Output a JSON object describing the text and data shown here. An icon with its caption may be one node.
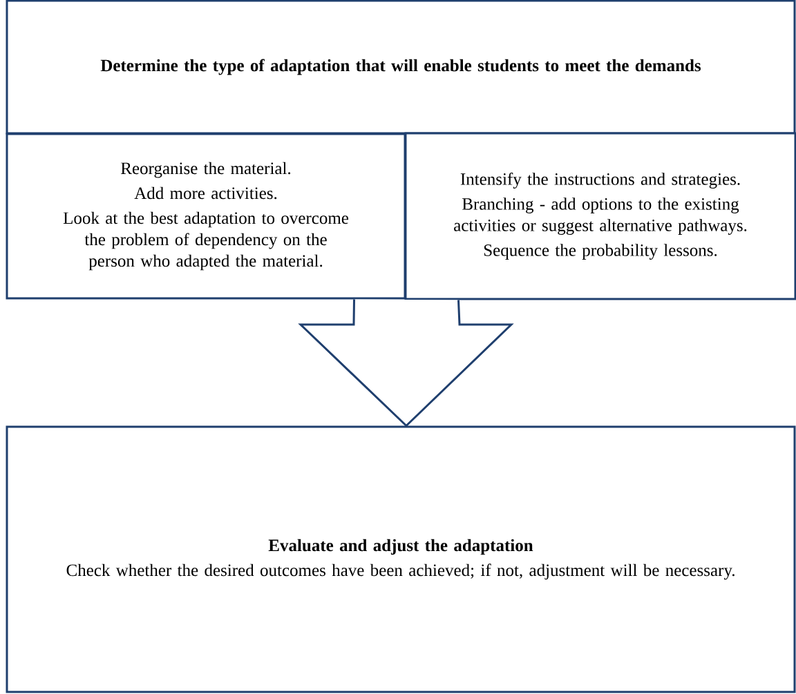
{
  "diagram": {
    "nodes": [
      {
        "text": [
          "Determine the type of adaptation that will enable students to meet the demands"
        ]
      },
      {
        "text": [
          "Reorganise the material.",
          "Add more activities.",
          "Look at the best adaptation to overcome the problem of dependency on the person who adapted the material."
        ]
      },
      {
        "text": [
          "Intensify the instructions and strategies.",
          "Branching - add options to the existing activities or suggest alternative pathways.",
          "Sequence the probability lessons."
        ]
      },
      {
        "text": [
          "Evaluate and adjust the adaptation",
          "Check whether the desired outcomes have been achieved; if not, adjustment will be necessary."
        ]
      }
    ],
    "edges": [
      {
        "from": 1,
        "to": 3,
        "arrow": "to"
      },
      {
        "from": 2,
        "to": 3,
        "arrow": "to"
      }
    ]
  }
}
